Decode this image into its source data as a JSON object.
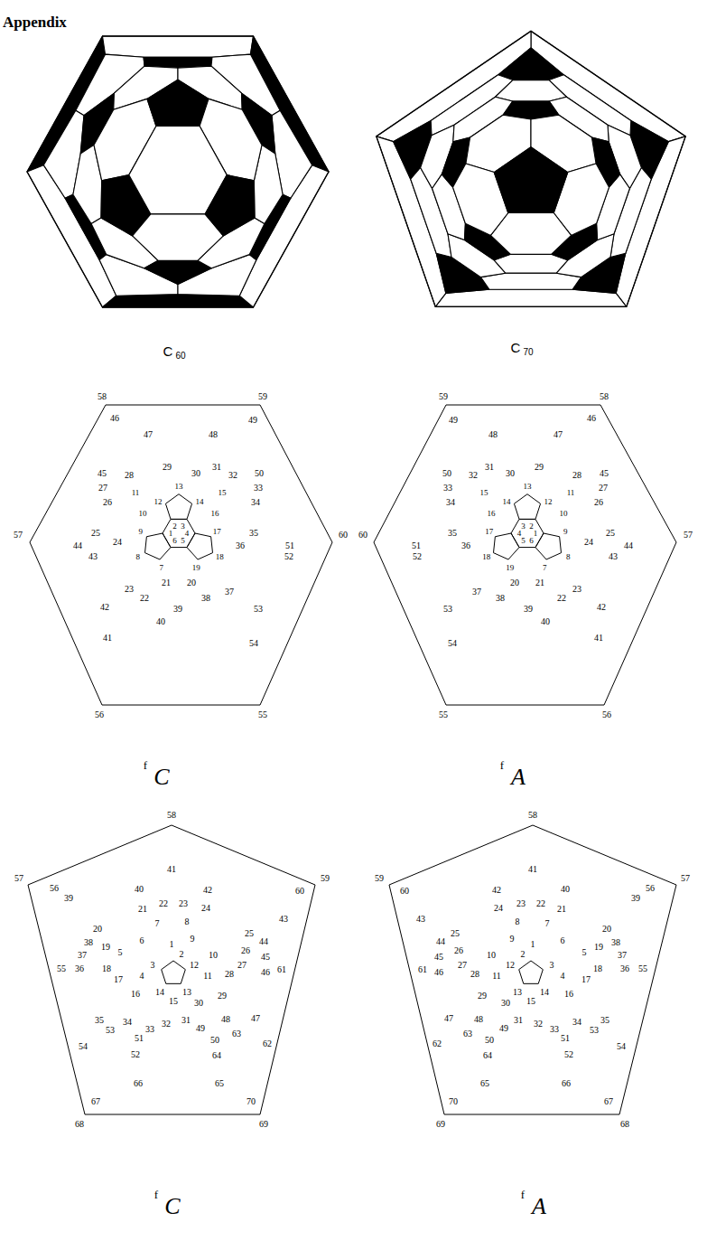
{
  "diagram": {
    "title": "Appendix",
    "labels": [
      "C",
      "60",
      "C",
      "70",
      "1",
      "2",
      "3",
      "4",
      "5",
      "6",
      "7",
      "8",
      "9",
      "10",
      "11",
      "12",
      "13",
      "14",
      "15",
      "16",
      "17",
      "18",
      "19",
      "20",
      "21",
      "22",
      "23",
      "24",
      "25",
      "26",
      "27",
      "28",
      "29",
      "30",
      "31",
      "32",
      "33",
      "34",
      "35",
      "36",
      "37",
      "38",
      "39",
      "40",
      "41",
      "42",
      "43",
      "44",
      "45",
      "46",
      "47",
      "48",
      "49",
      "50",
      "51",
      "52",
      "53",
      "54",
      "55",
      "56",
      "57",
      "58",
      "59",
      "60",
      "1",
      "2",
      "3",
      "4",
      "5",
      "6",
      "7",
      "8",
      "9",
      "10",
      "11",
      "12",
      "13",
      "14",
      "15",
      "16",
      "17",
      "18",
      "19",
      "20",
      "21",
      "22",
      "23",
      "24",
      "25",
      "26",
      "27",
      "28",
      "29",
      "30",
      "31",
      "32",
      "33",
      "34",
      "35",
      "36",
      "37",
      "38",
      "39",
      "40",
      "41",
      "42",
      "43",
      "44",
      "45",
      "46",
      "47",
      "48",
      "49",
      "50",
      "51",
      "52",
      "53",
      "54",
      "55",
      "56",
      "57",
      "58",
      "59",
      "60",
      "f",
      "C",
      "f",
      "A",
      "1",
      "2",
      "3",
      "4",
      "5",
      "6",
      "7",
      "8",
      "9",
      "10",
      "11",
      "12",
      "13",
      "14",
      "15",
      "16",
      "17",
      "18",
      "19",
      "20",
      "21",
      "22",
      "23",
      "24",
      "25",
      "26",
      "27",
      "28",
      "29",
      "30",
      "31",
      "32",
      "33",
      "34",
      "35",
      "36",
      "37",
      "38",
      "39",
      "40",
      "41",
      "42",
      "43",
      "44",
      "45",
      "46",
      "47",
      "48",
      "49",
      "50",
      "51",
      "52",
      "53",
      "54",
      "55",
      "56",
      "57",
      "58",
      "59",
      "60",
      "61",
      "62",
      "63",
      "64",
      "65",
      "66",
      "67",
      "68",
      "69",
      "70",
      "1",
      "2",
      "3",
      "4",
      "5",
      "6",
      "7",
      "8",
      "9",
      "10",
      "11",
      "12",
      "13",
      "14",
      "15",
      "16",
      "17",
      "18",
      "19",
      "20",
      "21",
      "22",
      "23",
      "24",
      "25",
      "26",
      "27",
      "28",
      "29",
      "30",
      "31",
      "32",
      "33",
      "34",
      "35",
      "36",
      "37",
      "38",
      "39",
      "40",
      "41",
      "42",
      "43",
      "44",
      "45",
      "46",
      "47",
      "48",
      "49",
      "50",
      "51",
      "52",
      "53",
      "54",
      "55",
      "56",
      "57",
      "58",
      "59",
      "60",
      "61",
      "62",
      "63",
      "64",
      "65",
      "66",
      "67",
      "68",
      "69",
      "70",
      "f",
      "C",
      "f",
      "A"
    ]
  }
}
